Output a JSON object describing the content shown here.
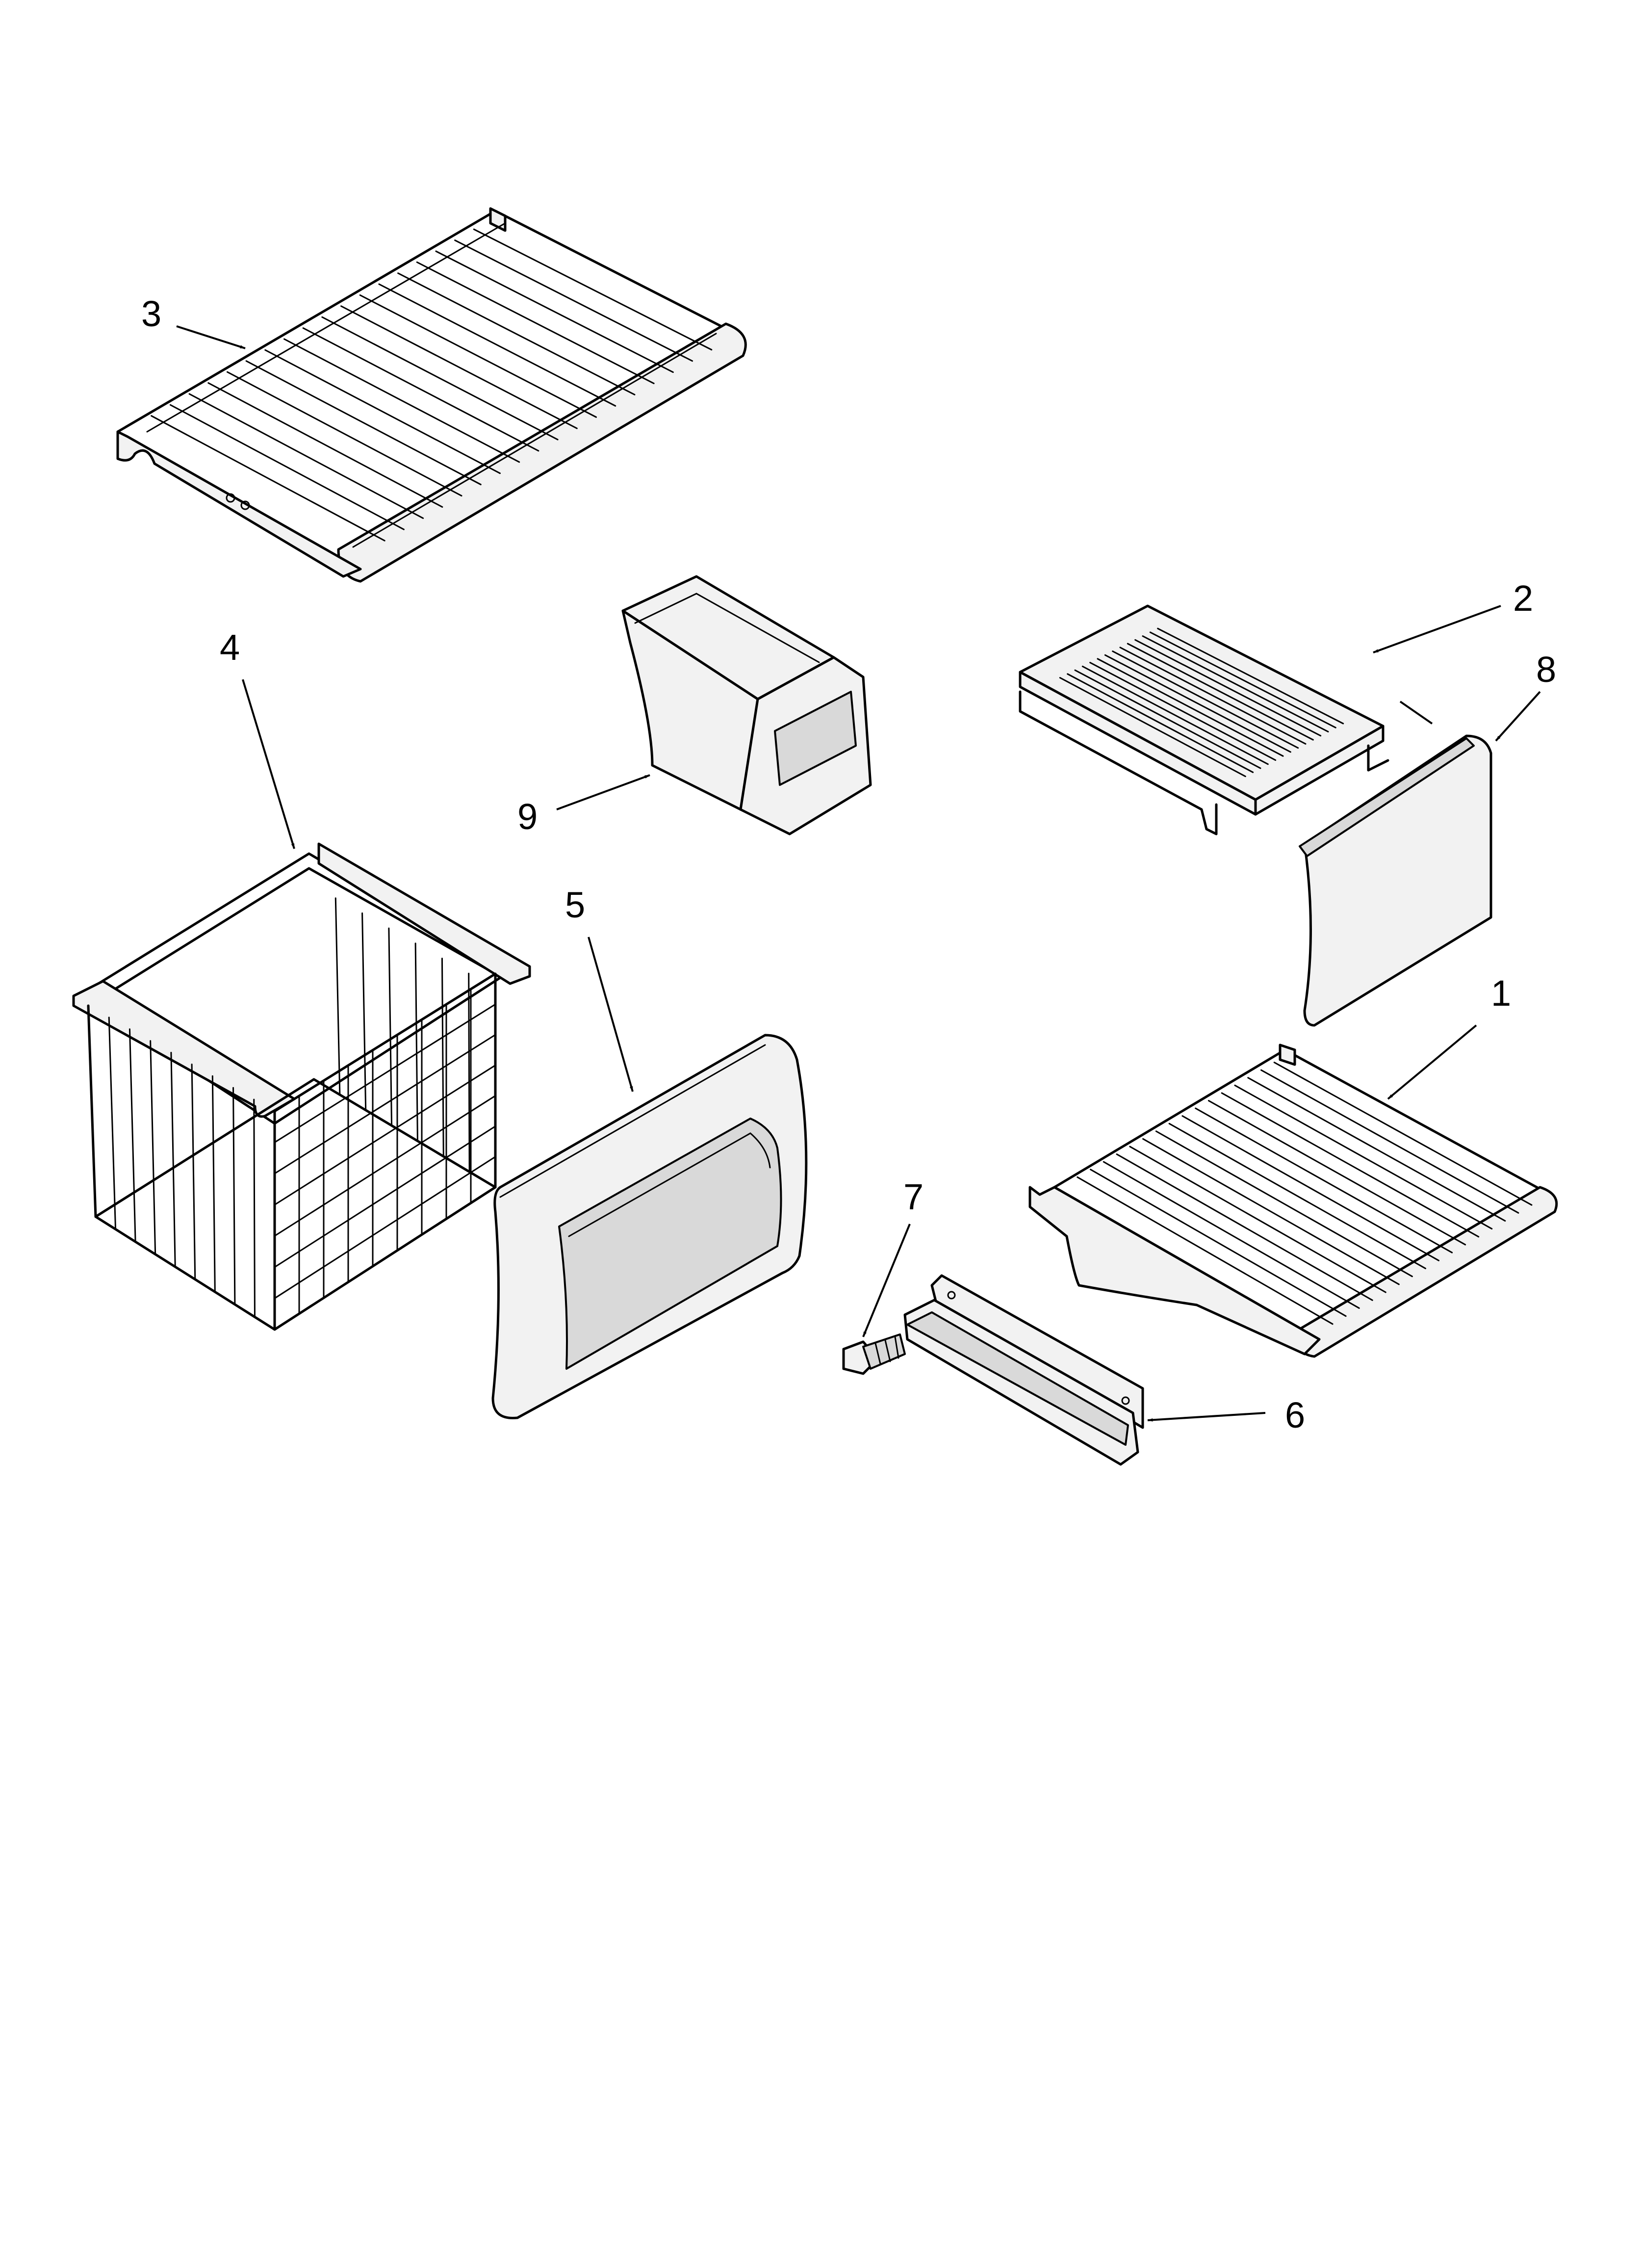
{
  "diagram": {
    "colors": {
      "line": "#000000",
      "background": "#ffffff",
      "face_fill": "#f2f2f2",
      "shade_fill": "#d9d9d9"
    },
    "callouts": [
      {
        "id": "callout-1",
        "label": "1"
      },
      {
        "id": "callout-2",
        "label": "2"
      },
      {
        "id": "callout-3",
        "label": "3"
      },
      {
        "id": "callout-4",
        "label": "4"
      },
      {
        "id": "callout-5",
        "label": "5"
      },
      {
        "id": "callout-6",
        "label": "6"
      },
      {
        "id": "callout-7",
        "label": "7"
      },
      {
        "id": "callout-8",
        "label": "8"
      },
      {
        "id": "callout-9",
        "label": "9"
      }
    ]
  }
}
